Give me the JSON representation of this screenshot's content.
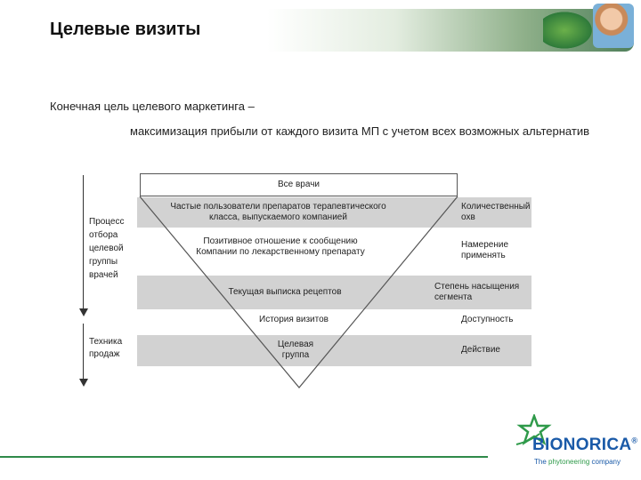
{
  "title": "Целевые визиты",
  "subtitle": "Конечная цель целевого маркетинга –",
  "description": "максимизация прибыли от каждого визита МП с учетом всех возможных альтернатив",
  "funnel": {
    "top": "Все врачи",
    "levels": [
      "Частые пользователи препаратов терапевтического класса, выпускаемого компанией",
      "Позитивное отношение к сообщению Компании по лекарственному препарату",
      "Текущая выписка рецептов",
      "История визитов",
      "Целевая группа"
    ],
    "right_labels": [
      "Количественный охв",
      "Намерение применять",
      "Степень насыщения сегмента",
      "Доступность",
      "Действие"
    ]
  },
  "left_labels": {
    "process": "Процесс отбора целевой группы врачей",
    "technique": "Техника продаж"
  },
  "logo": {
    "brand": "BIONORICA",
    "trademark": "®",
    "tagline_prefix": "The",
    "tagline_highlight": "phytoneering",
    "tagline_suffix": "company",
    "color_primary": "#1a5aa8",
    "color_accent": "#2f9a4a"
  }
}
